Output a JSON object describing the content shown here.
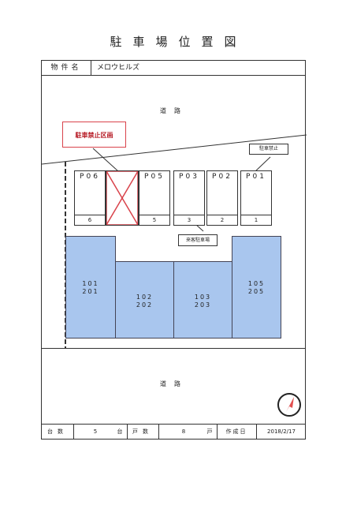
{
  "title": "駐車場位置図",
  "property": {
    "label": "物件名",
    "name": "メロウヒルズ"
  },
  "road_top": "道路",
  "road_bottom": "道路",
  "no_parking_label": "駐車禁止区画",
  "callout_top": "駐車禁止",
  "callout_bottom": "来客駐車場",
  "slots": [
    {
      "label": "P06",
      "num": "6"
    },
    {
      "label": "",
      "num": ""
    },
    {
      "label": "P05",
      "num": "5"
    },
    {
      "label": "P03",
      "num": "3"
    },
    {
      "label": "P02",
      "num": "2"
    },
    {
      "label": "P01",
      "num": "1"
    }
  ],
  "units": {
    "a": [
      "101",
      "201"
    ],
    "b": [
      "102",
      "202"
    ],
    "c": [
      "103",
      "203"
    ],
    "d": [
      "105",
      "205"
    ]
  },
  "footer": {
    "count_label": "台数",
    "count_value": "5",
    "count_unit": "台",
    "households_label": "戸数",
    "households_value": "8",
    "households_unit": "戸",
    "date_label": "作成日",
    "date_value": "2018/2/17"
  },
  "colors": {
    "building": "#a9c6ee",
    "no_parking": "#d9434b",
    "compass": "#c8202a"
  }
}
